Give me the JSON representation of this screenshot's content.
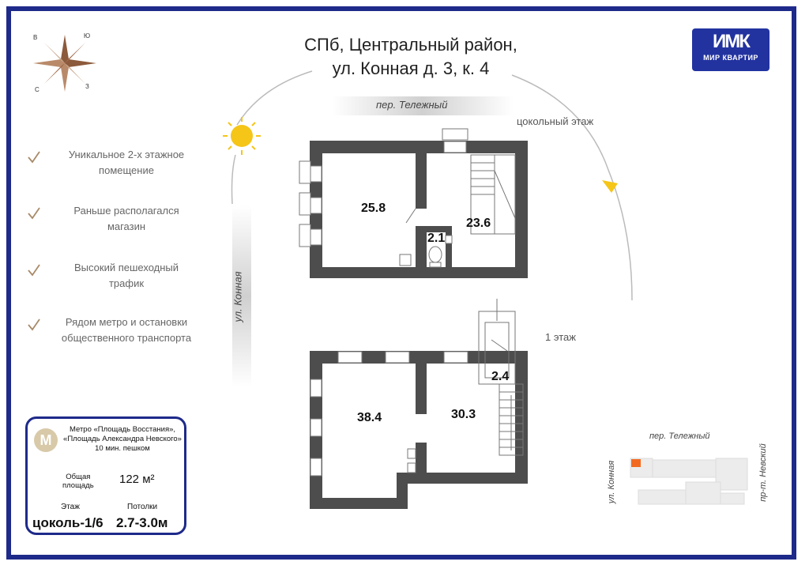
{
  "title_line1": "СПб, Центральный район,",
  "title_line2": "ул. Конная д. 3, к. 4",
  "logo": {
    "brand_text": "МИР КВАРТИР",
    "mark": "ИМК"
  },
  "compass": {
    "n": "В",
    "e": "Ю",
    "s": "З",
    "w": "С"
  },
  "features": [
    {
      "line1": "Уникальное 2-х этажное",
      "line2": "помещение"
    },
    {
      "line1": "Раньше располагался",
      "line2": "магазин"
    },
    {
      "line1": "Высокий пешеходный",
      "line2": "трафик"
    },
    {
      "line1": "Рядом метро и остановки",
      "line2": "общественного транспорта"
    }
  ],
  "streets": {
    "top": "пер. Тележный",
    "left": "ул. Конная"
  },
  "floors": {
    "basement": "цокольный этаж",
    "first": "1 этаж"
  },
  "rooms": {
    "basement": [
      "25.8",
      "23.6",
      "2.1"
    ],
    "first": [
      "38.4",
      "30.3",
      "2.4"
    ]
  },
  "info": {
    "metro_icon": "М",
    "metro_line1": "Метро «Площадь Восстания»,",
    "metro_line2": "«Площадь Александра Невского»",
    "metro_line3": "10 мин. пешком",
    "area_label1": "Общая",
    "area_label2": "площадь",
    "area_value": "122 м²",
    "floor_label": "Этаж",
    "ceiling_label": "Потолки",
    "floor_value": "цоколь-1/6",
    "ceiling_value": "2.7-3.0м"
  },
  "mini_map": {
    "top": "пер. Тележный",
    "left": "ул. Конная",
    "right": "пр-т. Невский"
  },
  "colors": {
    "frame": "#1e2a8a",
    "wall": "#4d4d4d",
    "sun": "#f5c518",
    "marker": "#f26a21"
  }
}
